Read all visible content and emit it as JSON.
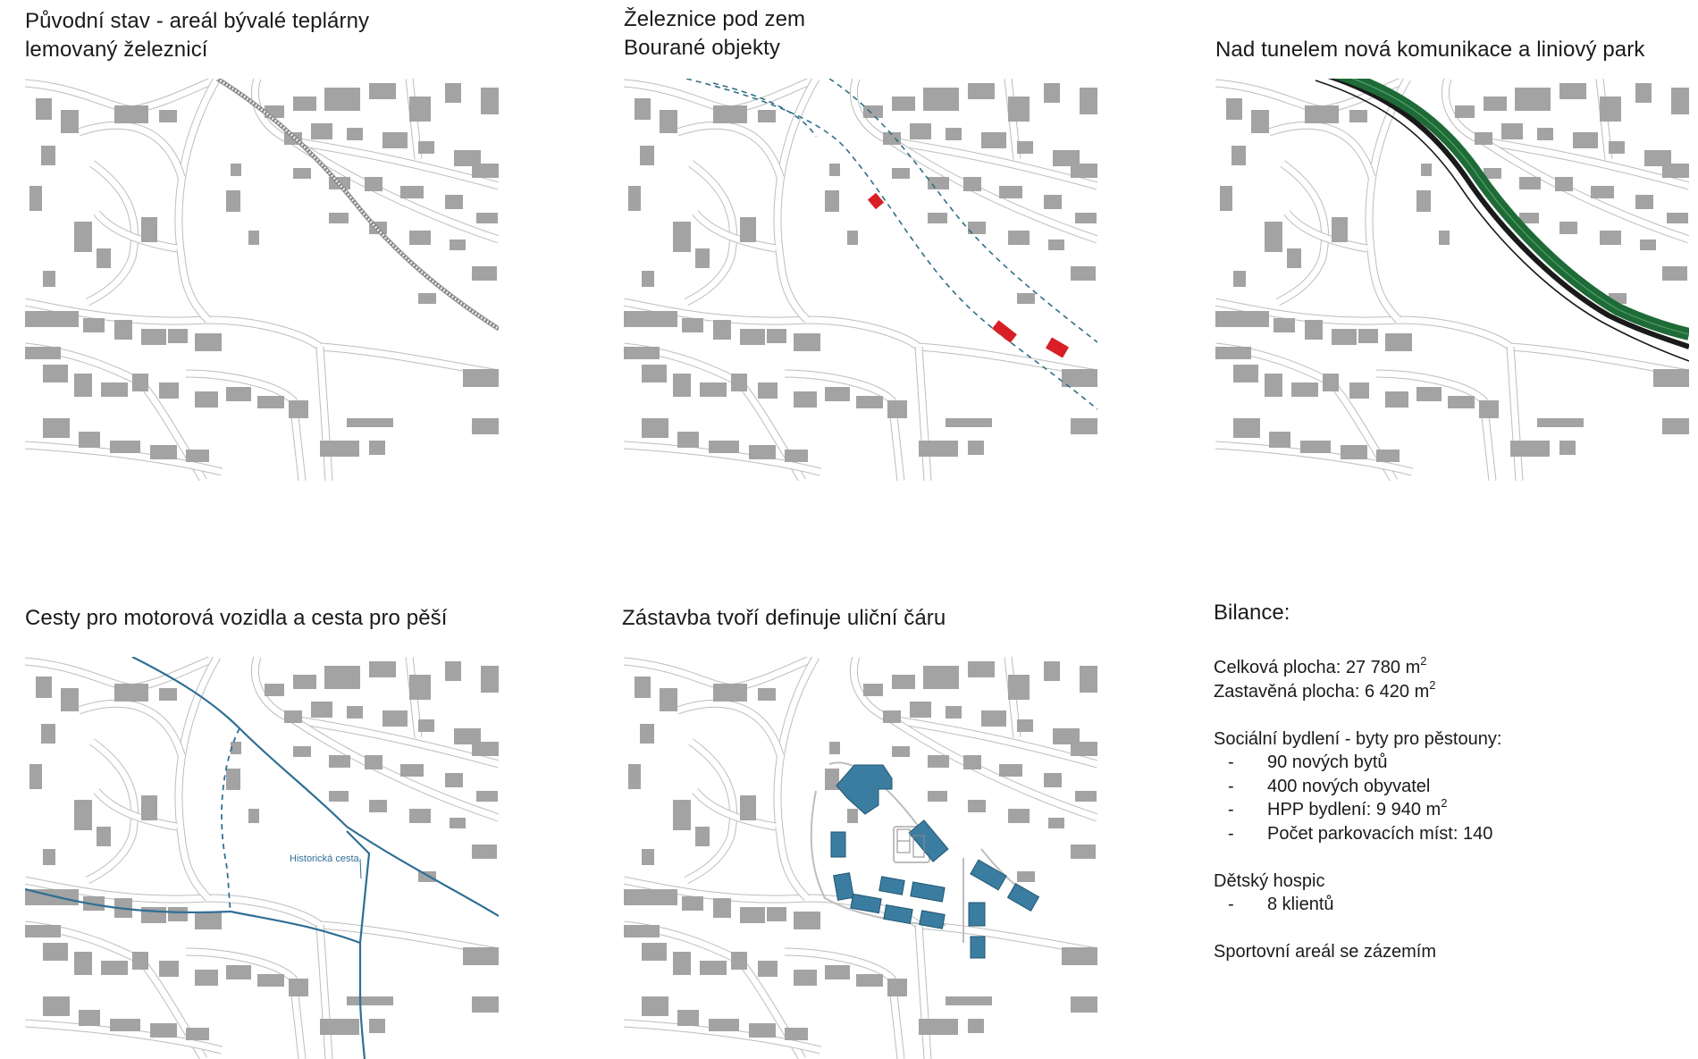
{
  "panels": [
    {
      "id": "p1",
      "title": "Původní stav - areál bývalé teplárny\nlemovaný železnicí"
    },
    {
      "id": "p2",
      "title": "Železnice pod zem\nBourané objekty"
    },
    {
      "id": "p3",
      "title": "Nad tunelem nová komunikace a liniový park"
    },
    {
      "id": "p4",
      "title": "Cesty pro motorová vozidla a cesta pro pěší",
      "annotation": "Historická cesta"
    },
    {
      "id": "p5",
      "title": "Zástavba tvoří definuje uliční čáru"
    }
  ],
  "bilance": {
    "title": "Bilance:",
    "celkova_label": "Celková plocha: 27 780 m",
    "celkova_sup": "2",
    "zastavena_label": "Zastavěná plocha: 6 420 m",
    "zastavena_sup": "2",
    "social_heading": "Sociální bydlení - byty pro pěstouny:",
    "social_items": [
      {
        "dash": "-",
        "text": "90 nových bytů",
        "sup": ""
      },
      {
        "dash": "-",
        "text": "400 nových obyvatel",
        "sup": ""
      },
      {
        "dash": "-",
        "text": "HPP bydlení: 9 940 m",
        "sup": "2"
      },
      {
        "dash": "-",
        "text": "Počet parkovacích míst: 140",
        "sup": ""
      }
    ],
    "hospic_heading": "Dětský hospic",
    "hospic_items": [
      {
        "dash": "-",
        "text": "8 klientů"
      }
    ],
    "sport": "Sportovní areál se zázemím"
  },
  "colors": {
    "building": "#a3a3a3",
    "road": "#bdbdbd",
    "rail_tunnel": "#2f6f84",
    "demolished": "#d81f26",
    "park": "#1e6b38",
    "new_building": "#3b7da1",
    "path": "#2f6f95"
  }
}
